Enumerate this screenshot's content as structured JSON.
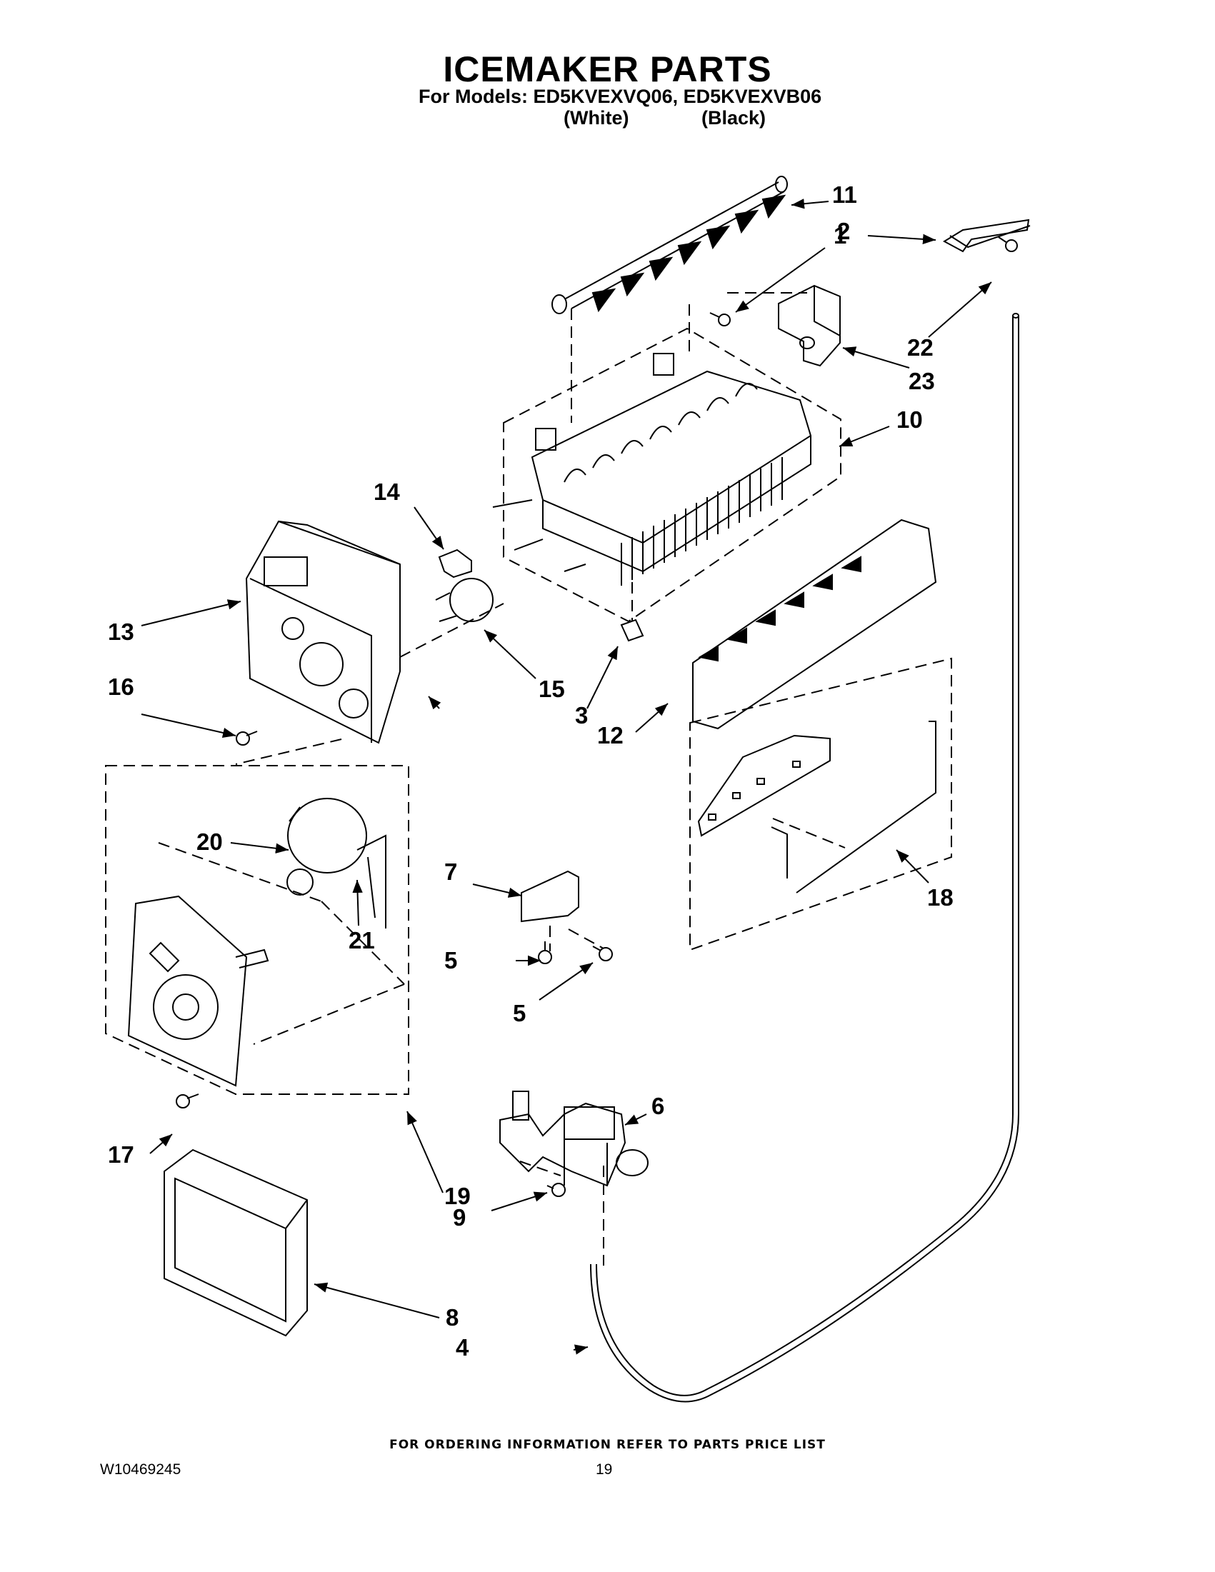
{
  "header": {
    "title": "ICEMAKER PARTS",
    "models_line": "For Models: ED5KVEXVQ06, ED5KVEXVB06",
    "variant_white": "(White)",
    "variant_black": "(Black)"
  },
  "callouts": [
    "1",
    "2",
    "3",
    "4",
    "5",
    "5",
    "6",
    "7",
    "8",
    "9",
    "10",
    "11",
    "12",
    "13",
    "14",
    "15",
    "16",
    "17",
    "18",
    "19",
    "20",
    "21",
    "22",
    "23"
  ],
  "footer": {
    "ordering_note": "FOR ORDERING INFORMATION REFER TO PARTS PRICE LIST",
    "document_number": "W10469245",
    "page_number": "19"
  }
}
